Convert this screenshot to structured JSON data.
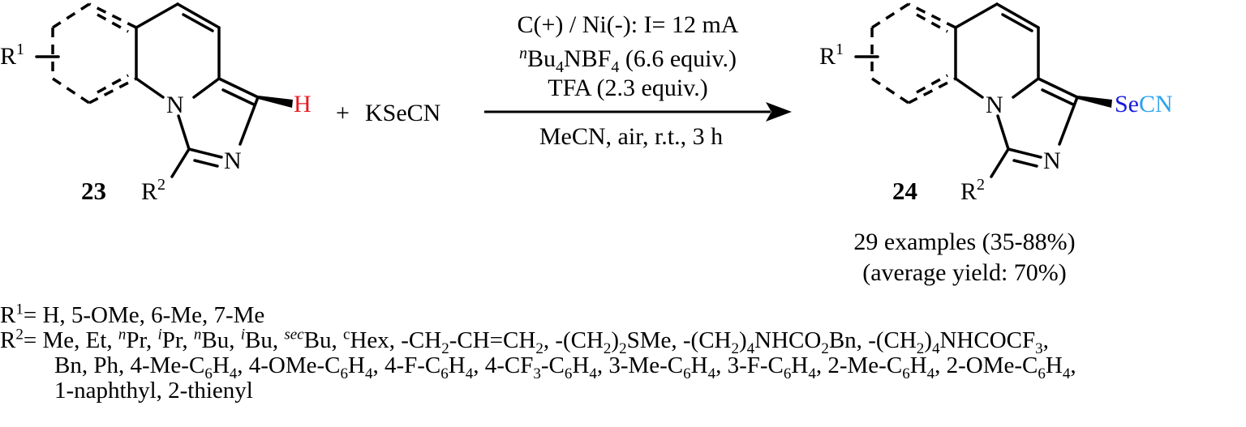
{
  "colors": {
    "hydrogen": "#e8191f",
    "selenium": "#1a1adc",
    "cyano": "#2da2f0"
  },
  "reactant": {
    "r1_symbol": "R",
    "r1_index": "1",
    "r2_symbol": "R",
    "r2_index": "2",
    "n_ring": "N",
    "n_imine": "N",
    "h_atom": "H",
    "compound_number": "23"
  },
  "plus": "+",
  "reagent": "KSeCN",
  "conditions": {
    "line1": "C(+) / Ni(-): I= 12 mA",
    "line2_prefix": "n",
    "line2_main": "Bu",
    "line2_sub1": "4",
    "line2_mid": "NBF",
    "line2_sub2": "4",
    "line2_tail": " (6.6 equiv.)",
    "line3": "TFA (2.3 equiv.)",
    "below_arrow": "MeCN, air, r.t., 3 h"
  },
  "product": {
    "r1_symbol": "R",
    "r1_index": "1",
    "r2_symbol": "R",
    "r2_index": "2",
    "n_ring": "N",
    "n_imine": "N",
    "se": "Se",
    "cn": "CN",
    "compound_number": "24"
  },
  "summary": {
    "line1": "29 examples (35-88%)",
    "line2": "(average yield: 70%)"
  },
  "substituents": {
    "r1_label": "R",
    "r1_index": "1",
    "r1_values": "= H, 5-OMe, 6-Me, 7-Me",
    "r2_label": "R",
    "r2_index": "2",
    "r2_l1": {
      "a": "= Me, Et, ",
      "npr_sup": "n",
      "npr": "Pr, ",
      "ipr_sup": "i",
      "ipr": "Pr, ",
      "nbu_sup": "n",
      "nbu": "Bu, ",
      "ibu_sup": "i",
      "ibu": "Bu, ",
      "sbu_sup": "sec",
      "sbu": "Bu, ",
      "chex_sup": "c",
      "chex": "Hex, ",
      "allyl_a": "-CH",
      "allyl_s1": "2",
      "allyl_b": "-CH=CH",
      "allyl_s2": "2",
      "allyl_c": ", ",
      "sme_a": "-(CH",
      "sme_s1": "2",
      "sme_b": ")",
      "sme_s2": "2",
      "sme_c": "SMe, ",
      "cbz_a": "-(CH",
      "cbz_s1": "2",
      "cbz_b": ")",
      "cbz_s2": "4",
      "cbz_c": "NHCO",
      "cbz_s3": "2",
      "cbz_d": "Bn, ",
      "tfa_a": "-(CH",
      "tfa_s1": "2",
      "tfa_b": ")",
      "tfa_s2": "4",
      "tfa_c": "NHCOCF",
      "tfa_s3": "3",
      "tfa_d": ","
    },
    "r2_l2": {
      "a": "Bn,  Ph, ",
      "p1": "4-Me-C",
      "p1s1": "6",
      "p1m": "H",
      "p1s2": "4",
      "p1e": ", ",
      "p2": "4-OMe-C",
      "p2s1": "6",
      "p2m": "H",
      "p2s2": "4",
      "p2e": ", ",
      "p3": "4-F-C",
      "p3s1": "6",
      "p3m": "H",
      "p3s2": "4",
      "p3e": ", ",
      "p4a": "4-CF",
      "p4s0": "3",
      "p4": "-C",
      "p4s1": "6",
      "p4m": "H",
      "p4s2": "4",
      "p4e": ", ",
      "p5": "3-Me-C",
      "p5s1": "6",
      "p5m": "H",
      "p5s2": "4",
      "p5e": ", ",
      "p6": "3-F-C",
      "p6s1": "6",
      "p6m": "H",
      "p6s2": "4",
      "p6e": ", ",
      "p7": "2-Me-C",
      "p7s1": "6",
      "p7m": "H",
      "p7s2": "4",
      "p7e": ", ",
      "p8": "2-OMe-C",
      "p8s1": "6",
      "p8m": "H",
      "p8s2": "4",
      "p8e": ","
    },
    "r2_l3": "1-naphthyl, 2-thienyl"
  }
}
